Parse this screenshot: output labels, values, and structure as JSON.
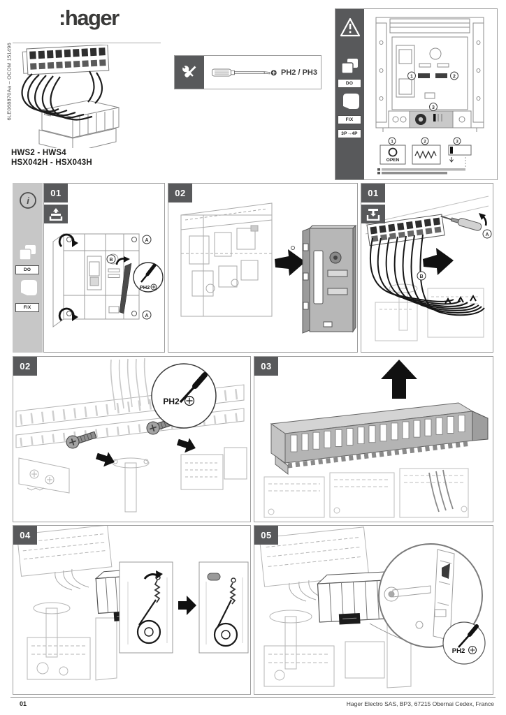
{
  "colors": {
    "badge": "#58595b",
    "panelBorder": "#9e9e9e",
    "sidebarGray": "#c7c7c7",
    "ink": "#1d1d1b"
  },
  "header": {
    "logo": ":hager",
    "doc_code": "6LE068870Aa – OCOM 151496",
    "product_line1": "HWS2 - HWS4",
    "product_line2": "HSX042H - HSX043H"
  },
  "tools": {
    "spec": "PH2 / PH3"
  },
  "safety": {
    "do": "DO",
    "fix": "FIX",
    "poles": "3P→4P",
    "open": "OPEN",
    "c1": "1",
    "c2": "2",
    "c3": "3"
  },
  "info": {
    "i": "i",
    "do": "DO",
    "fix": "FIX"
  },
  "steps": {
    "r1p1": "01",
    "r1p2": "02",
    "r1p3": "01",
    "r2p1": "02",
    "r2p2": "03",
    "r3p1": "04",
    "r3p2": "05"
  },
  "callouts": {
    "a": "A",
    "b": "B"
  },
  "ph2": "PH2",
  "footer": {
    "page": "01",
    "address": "Hager Electro SAS, BP3, 67215 Obernai Cedex, France"
  }
}
